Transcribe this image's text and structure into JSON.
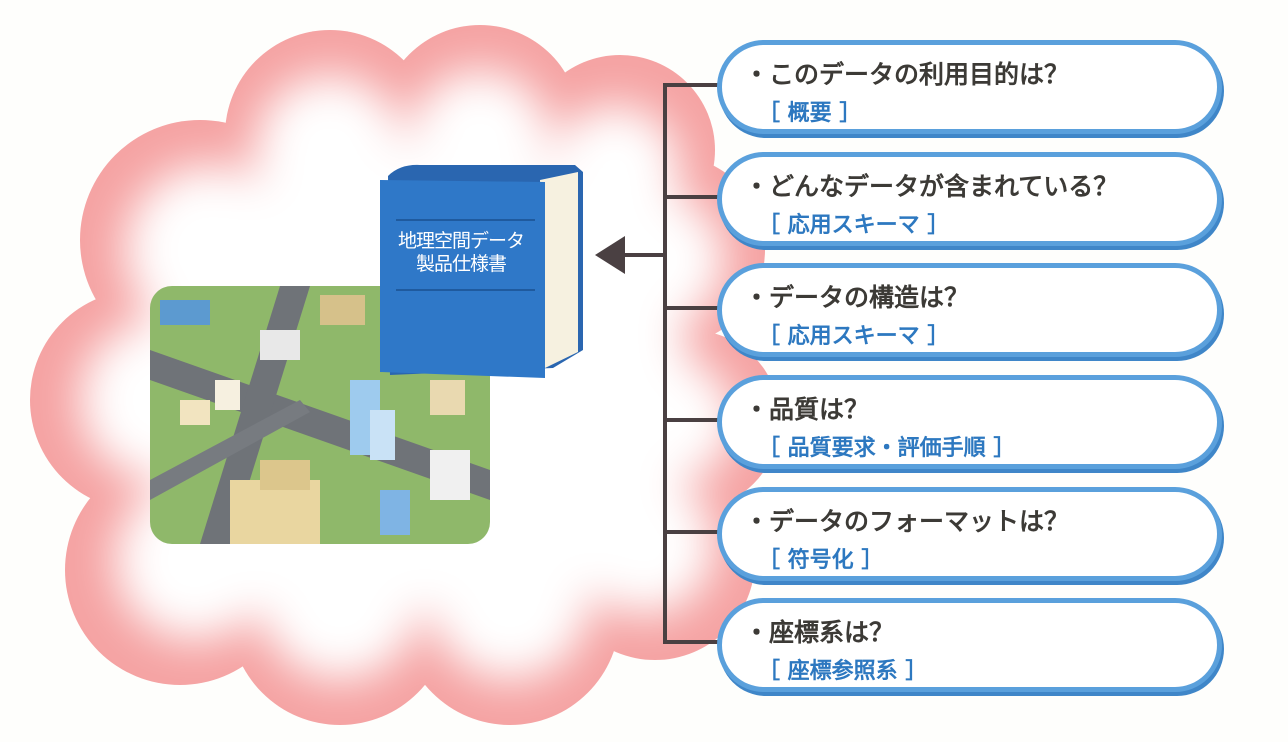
{
  "book": {
    "title_line1": "地理空間データ",
    "title_line2": "製品仕様書"
  },
  "items": [
    {
      "question": "・このデータの利用目的は？",
      "answer": "［ 概要 ］"
    },
    {
      "question": "・どんなデータが含まれている？",
      "answer": "［ 応用スキーマ ］"
    },
    {
      "question": "・データの構造は？",
      "answer": "［ 応用スキーマ ］"
    },
    {
      "question": "・品質は？",
      "answer": "［ 品質要求・評価手順 ］"
    },
    {
      "question": "・データのフォーマットは？",
      "answer": "［ 符号化 ］"
    },
    {
      "question": "・座標系は？",
      "answer": "［ 座標参照系 ］"
    }
  ],
  "colors": {
    "cloud": "#f5a6a6",
    "box_border": "#5aa0dc",
    "answer": "#2d78c0",
    "book": "#2f78c8"
  }
}
